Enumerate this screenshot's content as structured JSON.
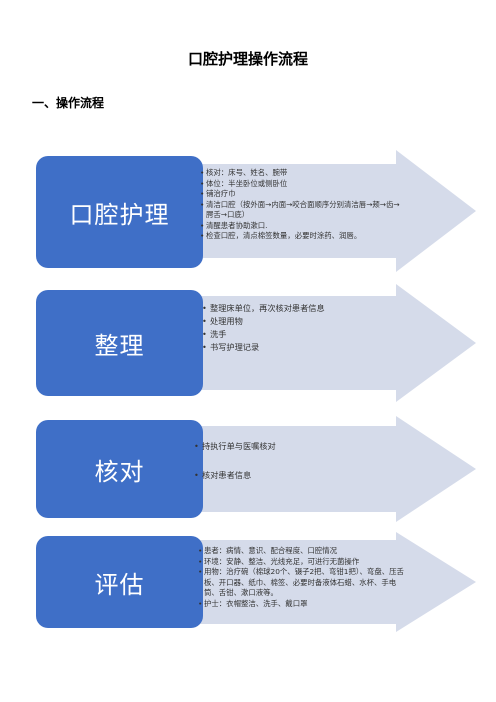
{
  "title": "口腔护理操作流程",
  "section_heading": "一、操作流程",
  "steps": [
    {
      "label": "口腔护理",
      "items": [
        "核对：床号、姓名、腕带",
        "体位：半坐卧位或侧卧位",
        "铺治疗巾",
        "清洁口腔（按外面→内面→咬合面顺序分别清洁唇→颊→齿→腭舌→口底）",
        "清醒患者协助漱口.",
        "检查口腔，清点棉签数量，必要时涂药、润唇。"
      ]
    },
    {
      "label": "整理",
      "items": [
        "整理床单位，再次核对患者信息",
        "处理用物",
        "洗手",
        "书写护理记录"
      ]
    },
    {
      "label": "核对",
      "items": [
        "持执行单与医嘱核对",
        "核对患者信息"
      ]
    },
    {
      "label": "评估",
      "items": [
        "患者：病情、意识、配合程度、口腔情况",
        "环境：安静、整洁、光线充足，可进行无菌操作",
        "用物：治疗碗（棉球20个、镊子2把、弯钳1把）、弯盘、压舌板、开口器、纸巾、棉签、必要时备液体石蜡、水杯、手电筒、舌钳、漱口液等。",
        "护士：衣帽整洁、洗手、戴口罩"
      ]
    }
  ],
  "colors": {
    "box": "#3f6fc7",
    "arrow": "#d5dbea"
  }
}
